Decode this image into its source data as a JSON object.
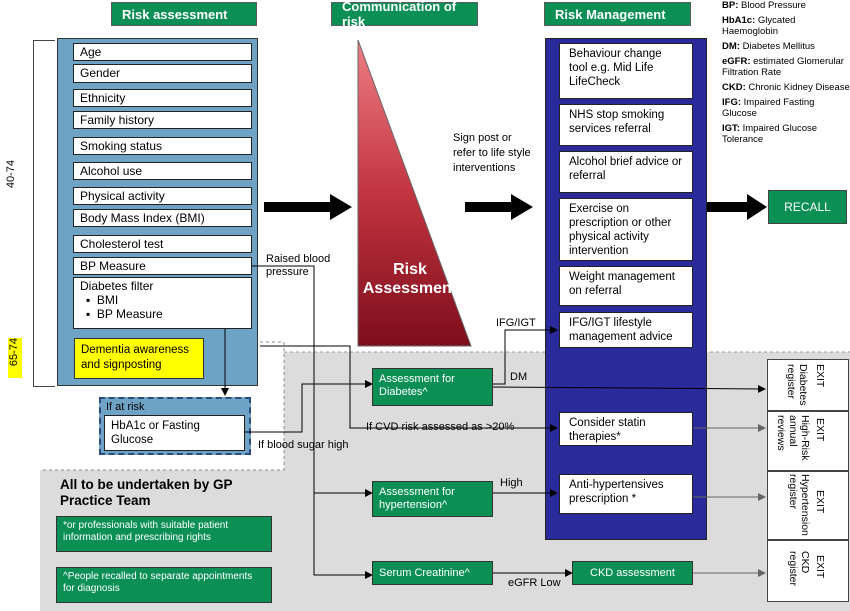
{
  "headers": {
    "risk_assessment": "Risk assessment",
    "communication": "Communication of risk",
    "risk_management": "Risk Management"
  },
  "age_labels": {
    "range_main": "40-74",
    "range_dementia": "65-74"
  },
  "assessment_items": [
    "Age",
    "Gender",
    "Ethnicity",
    "Family history",
    "Smoking status",
    "Alcohol use",
    "Physical activity",
    "Body Mass Index (BMI)",
    "Cholesterol test",
    "BP Measure"
  ],
  "diabetes_filter": {
    "title": "Diabetes filter",
    "bullets": [
      "BMI",
      "BP Measure"
    ]
  },
  "dementia": "Dementia awareness and signposting",
  "if_at_risk": {
    "title": "If at risk",
    "box": "HbA1c or Fasting Glucose"
  },
  "triangle_label": "Risk Assessment",
  "signpost": "Sign post or refer to life style interventions",
  "management_items": [
    "Behaviour change tool e.g. Mid Life LifeCheck",
    "NHS stop smoking services referral",
    "Alcohol brief advice or referral",
    "Exercise on prescription or other physical activity intervention",
    "Weight management on referral",
    "IFG/IGT lifestyle management advice",
    "Consider statin therapies*",
    "Anti-hypertensives prescription *"
  ],
  "recall": "RECALL",
  "glossary": [
    {
      "abbr": "BP:",
      "text": "Blood Pressure"
    },
    {
      "abbr": "HbA1c:",
      "text": "Glycated Haemoglobin"
    },
    {
      "abbr": "DM:",
      "text": "Diabetes Mellitus"
    },
    {
      "abbr": "eGFR:",
      "text": "estimated Glomerular Filtration Rate"
    },
    {
      "abbr": "CKD:",
      "text": "Chronic Kidney Disease"
    },
    {
      "abbr": "IFG:",
      "text": "Impaired Fasting Glucose"
    },
    {
      "abbr": "IGT:",
      "text": "Impaired Glucose Tolerance"
    }
  ],
  "flow_labels": {
    "raised_bp": "Raised blood pressure",
    "ifg_igt": "IFG/IGT",
    "dm": "DM",
    "cvd": "If CVD risk assessed as >20%",
    "blood_sugar": "If blood sugar high",
    "high": "High",
    "egfr_low": "eGFR Low"
  },
  "green_boxes": {
    "diabetes": "Assessment for Diabetes^",
    "hypertension": "Assessment for hypertension^",
    "creatinine": "Serum Creatinine^",
    "ckd": "CKD assessment"
  },
  "gp_panel": {
    "title": "All to be undertaken by GP Practice Team",
    "note1": "*or professionals with suitable patient information and prescribing rights",
    "note2": "^People recalled to separate appointments for diagnosis"
  },
  "exit_column": [
    {
      "exit": "EXIT",
      "label": "Diabetes register"
    },
    {
      "exit": "EXIT",
      "label": "High-Risk annual reviews"
    },
    {
      "exit": "EXIT",
      "label": "Hypertension register"
    },
    {
      "exit": "EXIT",
      "label": "CKD register"
    }
  ],
  "colors": {
    "header_green": "#0b8f55",
    "assessment_blue": "#6fa3c6",
    "management_navy": "#2a2a9a",
    "triangle_top": "#e56b74",
    "triangle_bottom": "#8a1020",
    "dementia_yellow": "#ffff00",
    "gray_region": "#dcdcdc"
  }
}
